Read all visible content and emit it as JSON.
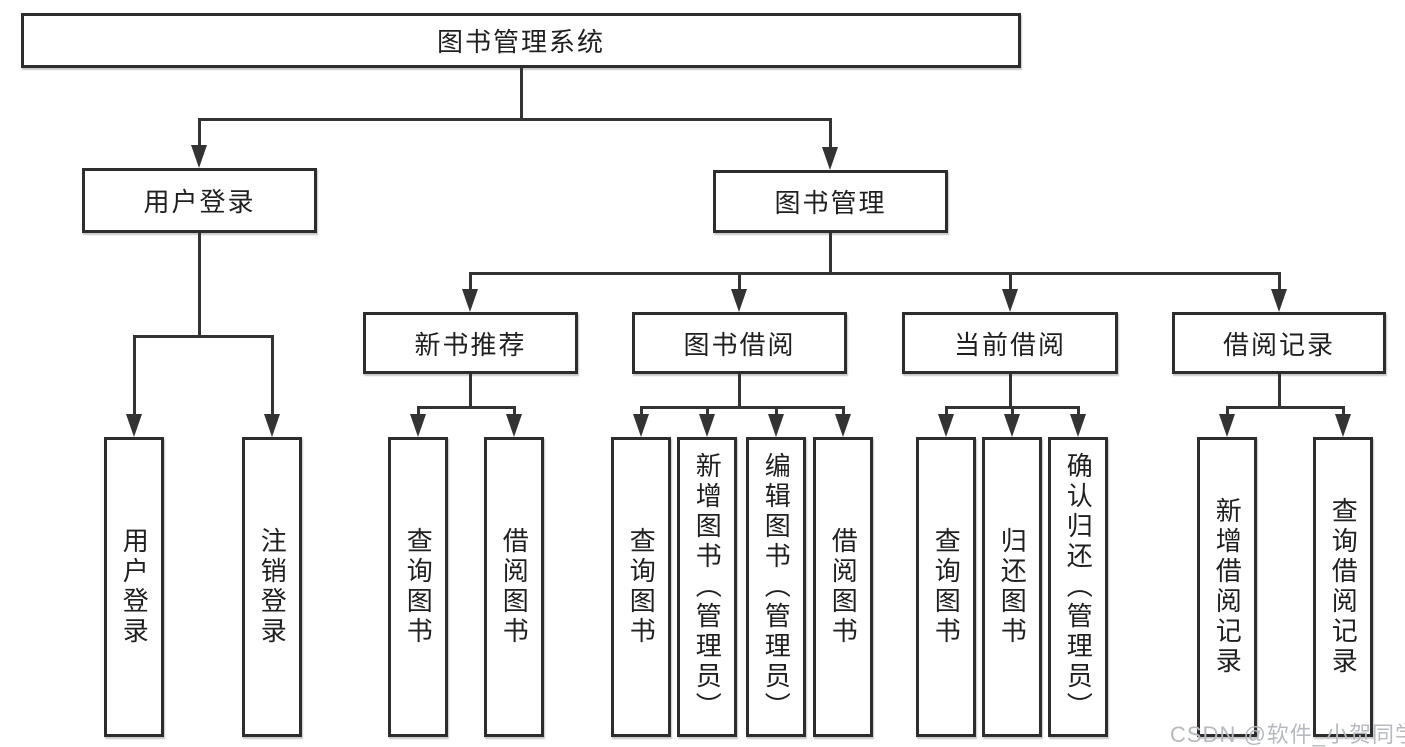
{
  "diagram": {
    "root": {
      "label": "图书管理系统"
    },
    "branches": [
      {
        "label": "用户登录",
        "children": [
          {
            "label": "用户登录"
          },
          {
            "label": "注销登录"
          }
        ]
      },
      {
        "label": "图书管理",
        "children": [
          {
            "label": "新书推荐",
            "children": [
              {
                "label": "查询图书"
              },
              {
                "label": "借阅图书"
              }
            ]
          },
          {
            "label": "图书借阅",
            "children": [
              {
                "label": "查询图书"
              },
              {
                "label": "新增图书（管理员）"
              },
              {
                "label": "编辑图书（管理员）"
              },
              {
                "label": "借阅图书"
              }
            ]
          },
          {
            "label": "当前借阅",
            "children": [
              {
                "label": "查询图书"
              },
              {
                "label": "归还图书"
              },
              {
                "label": "确认归还（管理员）"
              }
            ]
          },
          {
            "label": "借阅记录",
            "children": [
              {
                "label": "新增借阅记录"
              },
              {
                "label": "查询借阅记录"
              }
            ]
          }
        ]
      }
    ]
  },
  "watermark": {
    "text": "CSDN @软件_小贺同学"
  },
  "colors": {
    "line": "#333333",
    "box_border": "#2d2d2d",
    "box_fill": "#ffffff",
    "text": "#1f1f1f",
    "watermark": "#b6bac0",
    "background": "#ffffff"
  }
}
